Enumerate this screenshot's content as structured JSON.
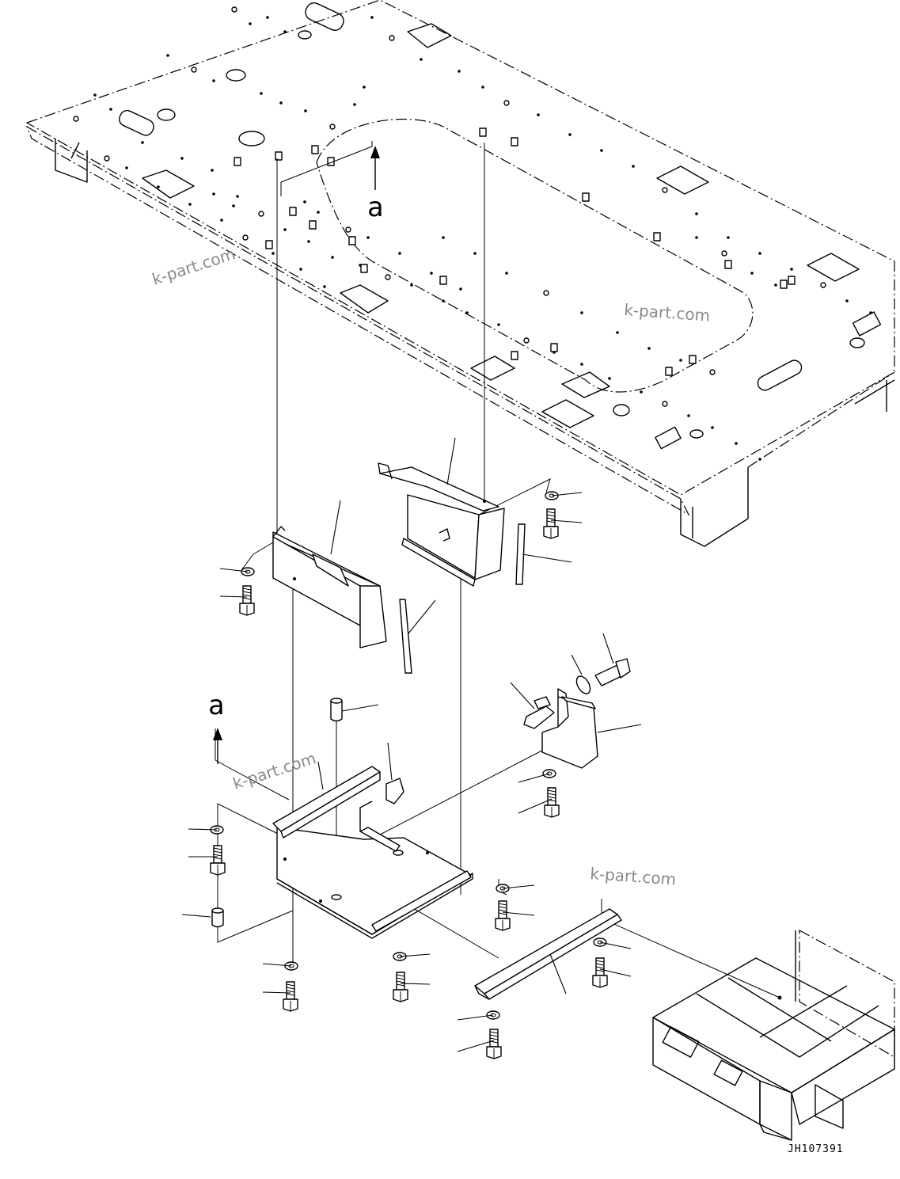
{
  "drawing": {
    "section_marker": "a",
    "watermark_text": "k-part.com",
    "drawing_number": "JH107391"
  }
}
